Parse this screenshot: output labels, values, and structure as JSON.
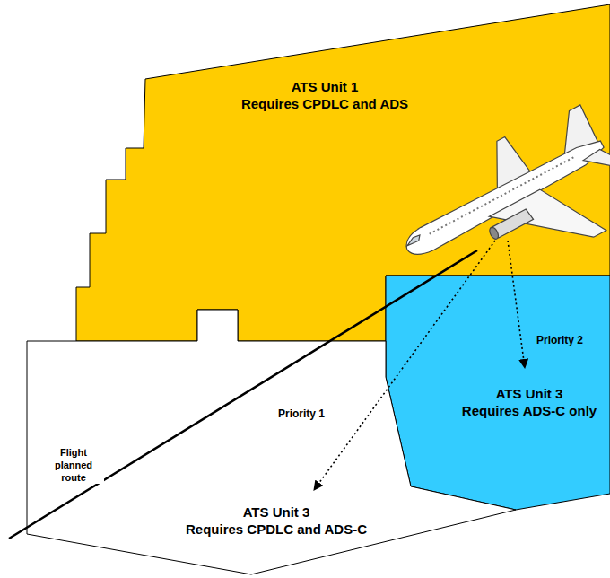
{
  "diagram": {
    "nodes": [
      {
        "text": [
          "ATS Unit 1",
          "Requires CPDLC and ADS"
        ]
      },
      {
        "text": [
          "ATS Unit 3",
          "Requires ADS-C only"
        ]
      },
      {
        "text": [
          "ATS Unit 3",
          "Requires CPDLC and ADS-C"
        ]
      }
    ],
    "labels": [
      "Priority 2",
      "Priority 1",
      "Flight planned route"
    ]
  }
}
